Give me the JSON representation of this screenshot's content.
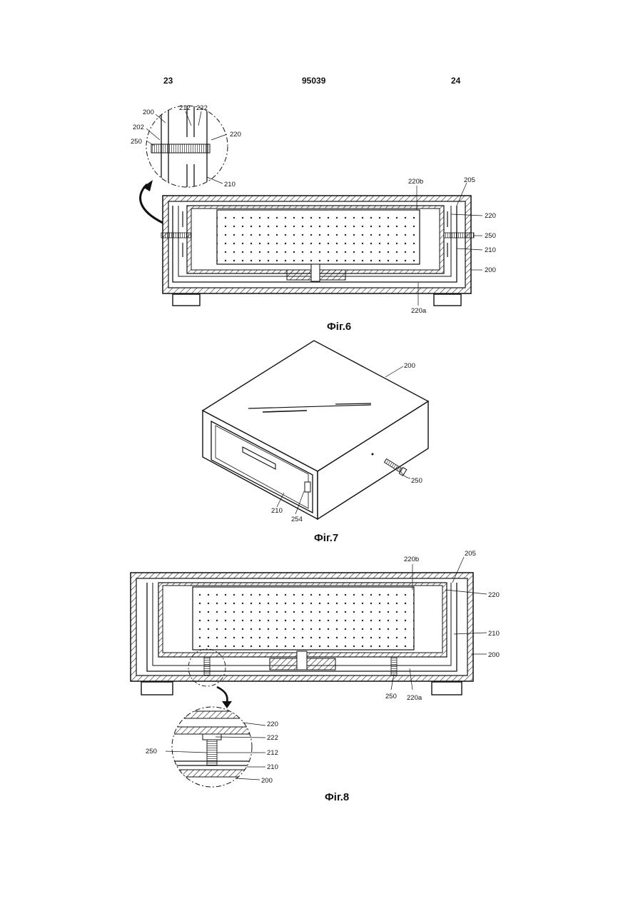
{
  "header": {
    "page_left": "23",
    "patent_number": "95039",
    "page_right": "24"
  },
  "figures": {
    "fig6": {
      "caption": "Фіг.6",
      "labels": {
        "l200_detail": "200",
        "l212": "212",
        "l222": "222",
        "l202": "202",
        "l250_detail": "250",
        "l220_detail": "220",
        "l210_detail": "210",
        "l220b": "220b",
        "l205": "205",
        "l220": "220",
        "l250": "250",
        "l210": "210",
        "l200": "200",
        "l220a": "220a"
      }
    },
    "fig7": {
      "caption": "Фіг.7",
      "labels": {
        "l200": "200",
        "l250": "250",
        "l210": "210",
        "l254": "254"
      }
    },
    "fig8": {
      "caption": "Фіг.8",
      "labels": {
        "l220b": "220b",
        "l205": "205",
        "l220": "220",
        "l210": "210",
        "l200": "200",
        "l250": "250",
        "l220a": "220a",
        "l220_detail": "220",
        "l222_detail": "222",
        "l250_detail": "250",
        "l212_detail": "212",
        "l210_detail": "210",
        "l200_detail": "200"
      }
    }
  }
}
